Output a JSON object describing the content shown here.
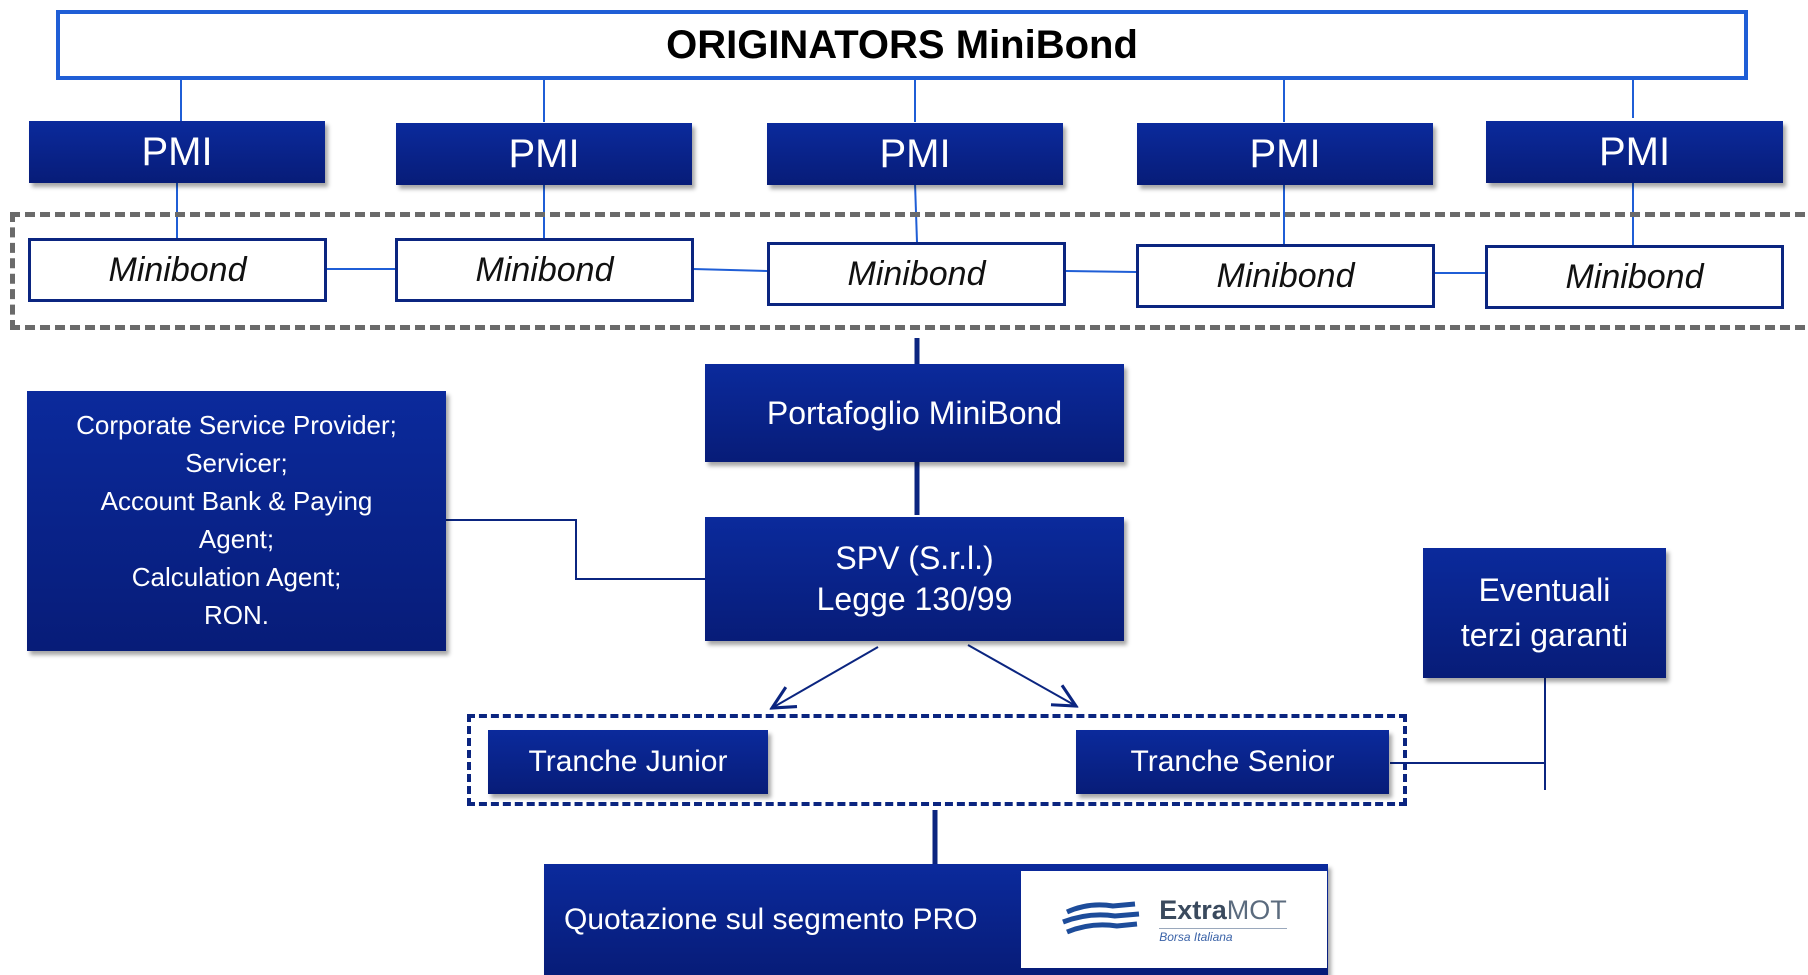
{
  "title": "ORIGINATORS MiniBond",
  "pmi_label": "PMI",
  "minibond_label": "Minibond",
  "portafoglio": "Portafoglio MiniBond",
  "spv": {
    "line1": "SPV (S.r.l.)",
    "line2": "Legge 130/99"
  },
  "services": [
    "Corporate Service Provider;",
    "Servicer;",
    "Account Bank & Paying",
    "Agent;",
    "Calculation Agent;",
    "RON."
  ],
  "garanti": {
    "line1": "Eventuali",
    "line2": "terzi garanti"
  },
  "tranche_junior": "Tranche Junior",
  "tranche_senior": "Tranche Senior",
  "quotazione": "Quotazione sul segmento PRO",
  "logo": {
    "brand_bold": "Extra",
    "brand_light": "MOT",
    "sub": "Borsa Italiana"
  },
  "colors": {
    "navy": "#0b2a9c",
    "title_border": "#1f5ed6",
    "connector": "#1f5ed6",
    "dash_gray": "#6a6a6a"
  }
}
